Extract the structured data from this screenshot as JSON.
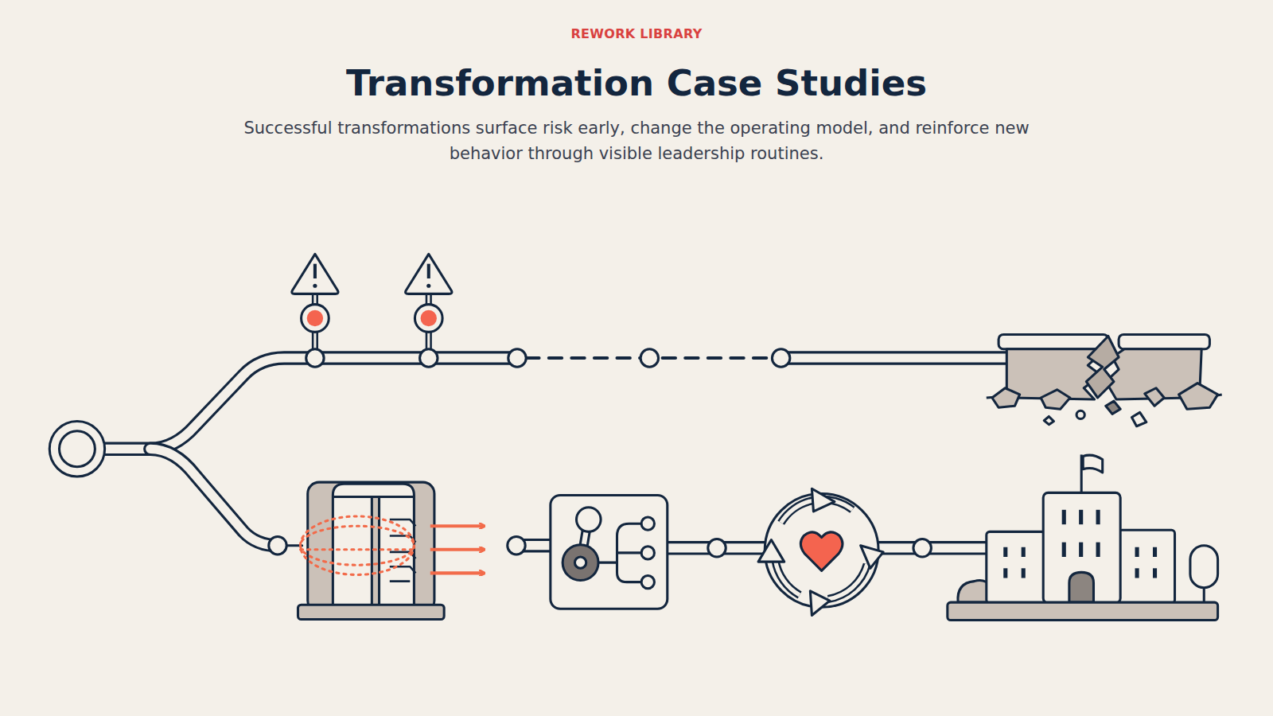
{
  "diagram": {
    "title": "Transformation Case Studies",
    "caption": "Successful transformations surface risk early, change the operating model, and reinforce new behavior through visible leadership routines.",
    "labels": [
      "REWORK LIBRARY"
    ]
  }
}
